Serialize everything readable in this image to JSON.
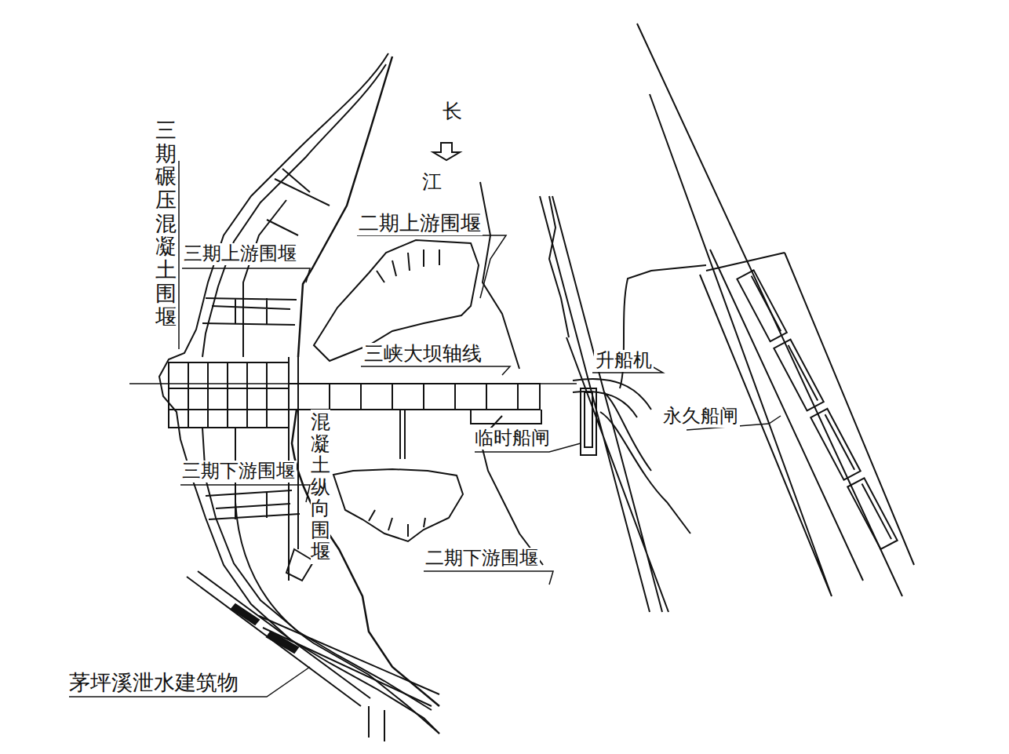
{
  "diagram": {
    "labels": [
      "长",
      "江",
      "二期上游围堰",
      "三期上游围堰",
      "三期碾压混凝土围堰",
      "三峡大坝轴线",
      "升船机",
      "永久船闸",
      "临时船闸",
      "混凝土纵向围堰",
      "三期下游围堰",
      "二期下游围堰",
      "茅坪溪泄水建筑物"
    ]
  }
}
